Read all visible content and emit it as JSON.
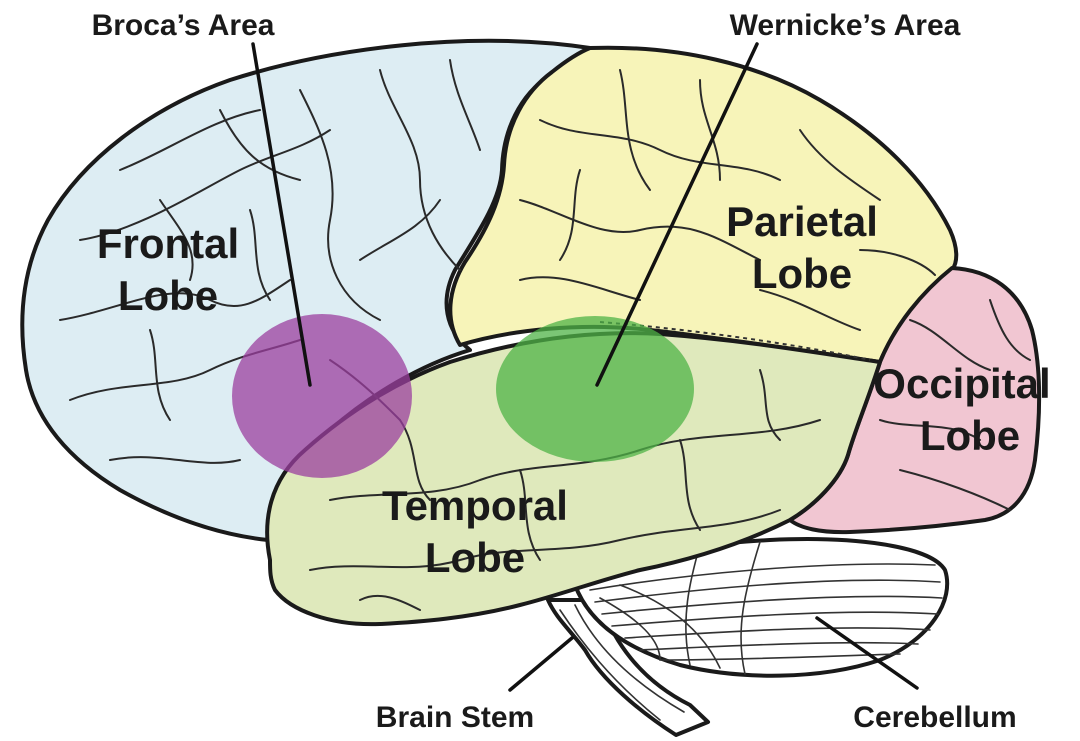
{
  "labels": {
    "broca": "Broca’s Area",
    "wernicke": "Wernicke’s Area",
    "frontal_line1": "Frontal",
    "frontal_line2": "Lobe",
    "parietal_line1": "Parietal",
    "parietal_line2": "Lobe",
    "occipital_line1": "Occipital",
    "occipital_line2": "Lobe",
    "temporal_line1": "Temporal",
    "temporal_line2": "Lobe",
    "brain_stem": "Brain Stem",
    "cerebellum": "Cerebellum"
  },
  "colors": {
    "frontal": "#ddedf3",
    "parietal": "#f7f4b9",
    "occipital": "#f1c6d2",
    "temporal": "#dfe9bc",
    "broca_area": "#9b3f9f",
    "wernicke_area": "#4fb347",
    "cerebellum": "#ffffff",
    "outline": "#1a1a1a"
  }
}
